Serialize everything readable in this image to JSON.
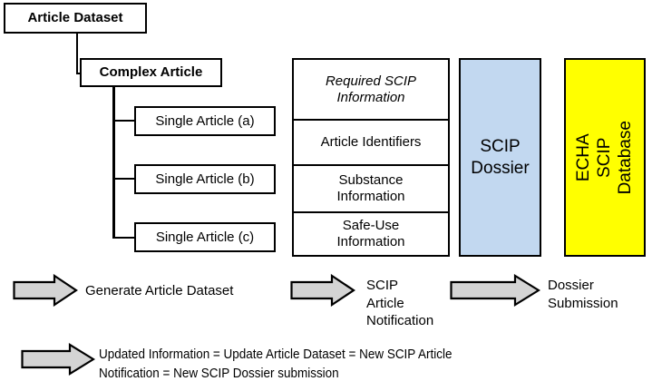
{
  "diagram": {
    "title_nodes": {
      "article_dataset": "Article Dataset",
      "complex_article": "Complex Article"
    },
    "single_articles": [
      "Single Article (a)",
      "Single Article (b)",
      "Single Article (c)"
    ],
    "scip_table": {
      "header": "Required SCIP\nInformation",
      "rows": [
        "Article Identifiers",
        "Substance\nInformation",
        "Safe-Use\nInformation"
      ]
    },
    "dossier_box": "SCIP\nDossier",
    "database_box": "ECHA SCIP\nDatabase",
    "arrows": [
      {
        "icon": "right-arrow-icon",
        "caption": "Generate Article Dataset"
      },
      {
        "icon": "right-arrow-icon",
        "caption": "SCIP\nArticle\nNotification"
      },
      {
        "icon": "right-arrow-icon",
        "caption": "Dossier\nSubmission"
      },
      {
        "icon": "right-arrow-icon",
        "caption": "Updated Information = Update Article Dataset = New SCIP Article\nNotification = New SCIP Dossier submission"
      }
    ],
    "colors": {
      "dossier_fill": "#c2d8f0",
      "database_fill": "#ffff00",
      "arrow_fill": "#d4d4d4",
      "stroke": "#000000",
      "background": "#ffffff"
    }
  }
}
